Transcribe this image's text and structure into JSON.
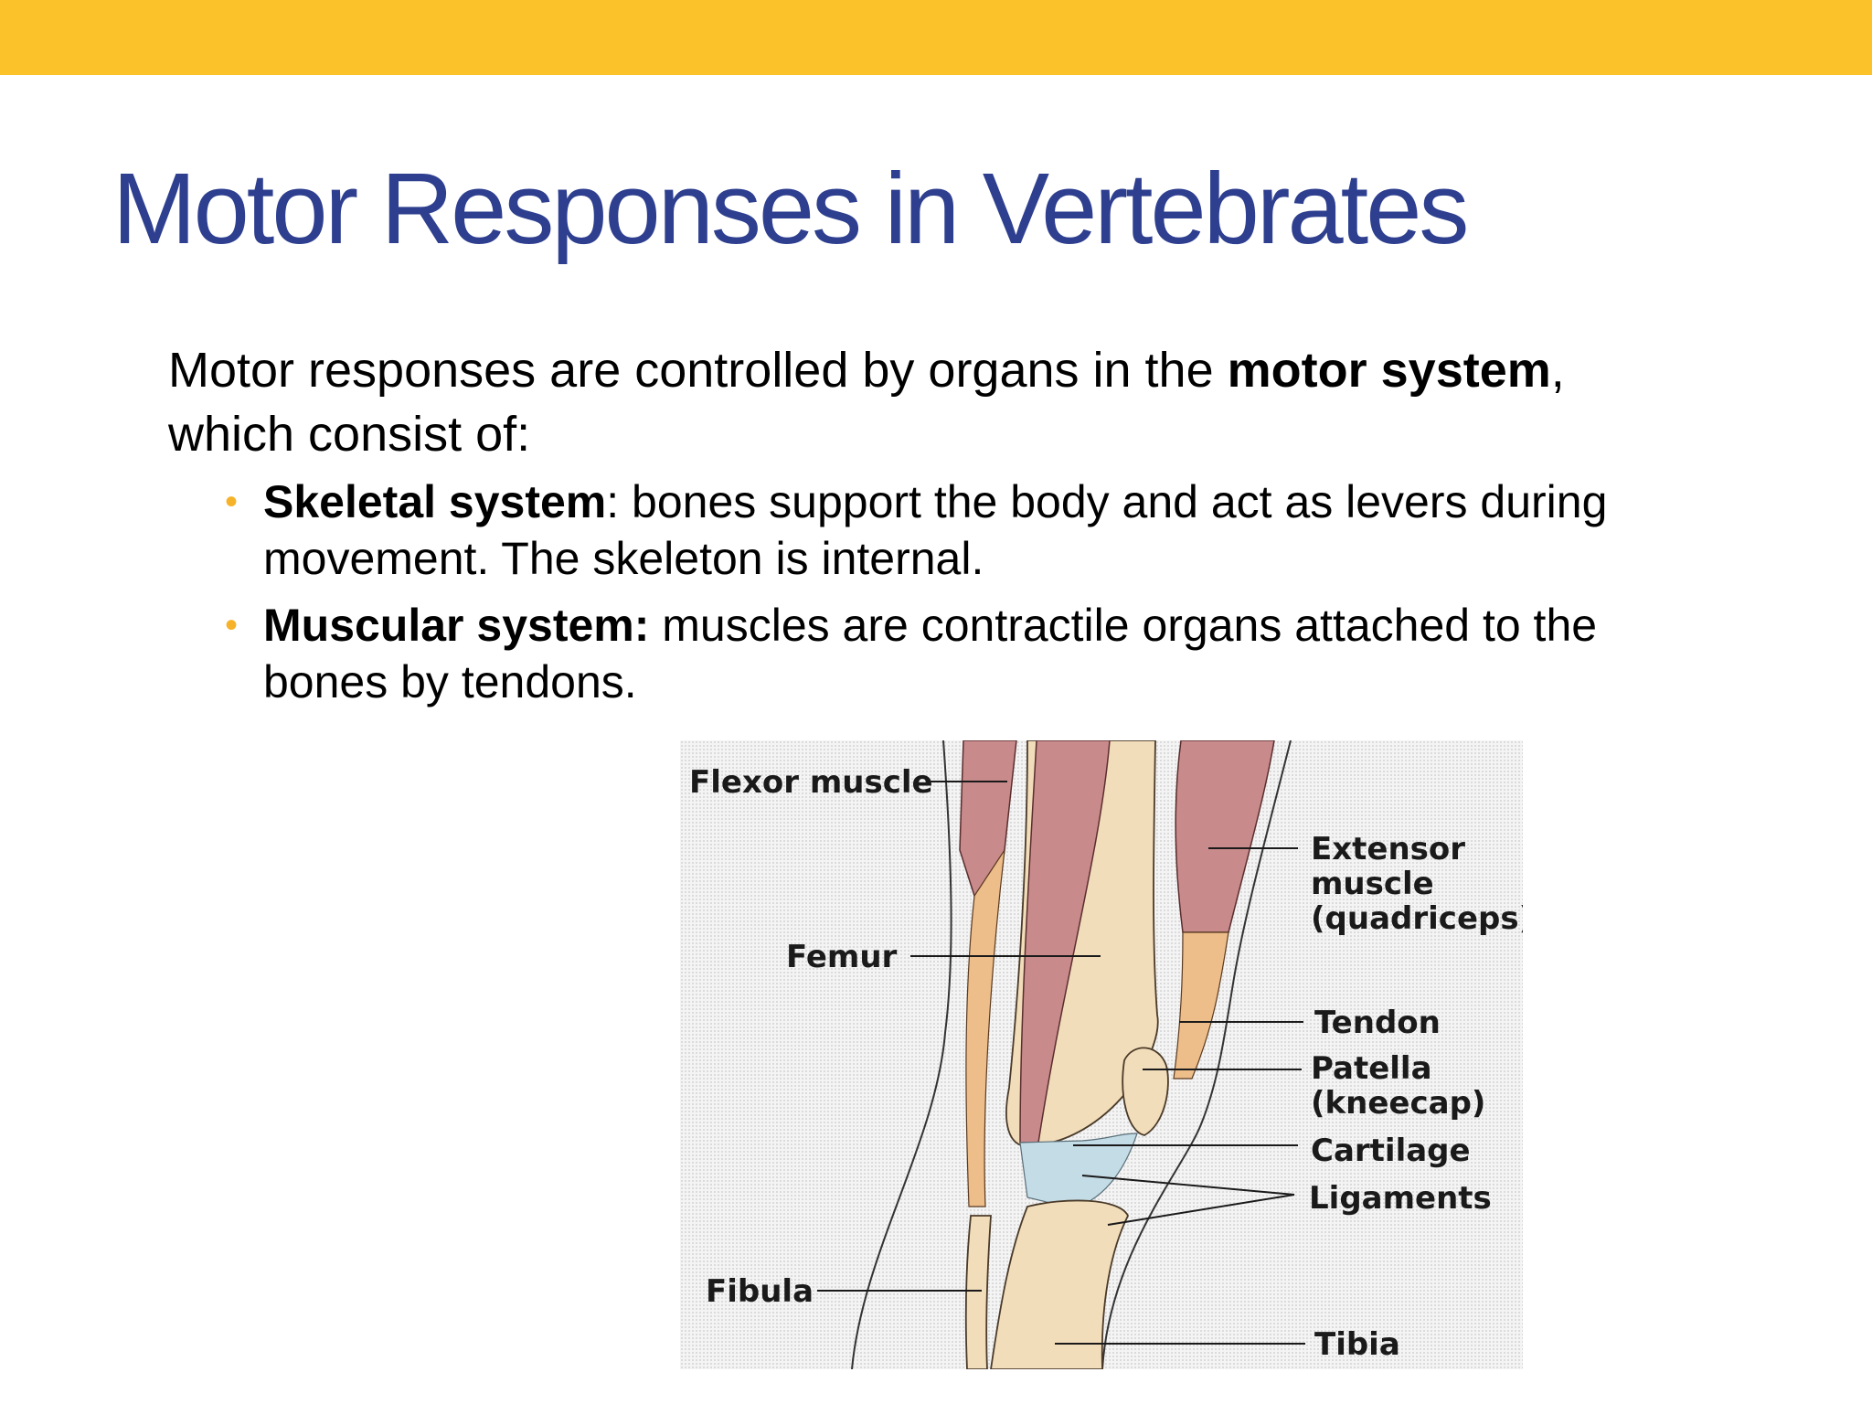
{
  "slide": {
    "title": "Motor Responses in Vertebrates",
    "intro": {
      "text_before": "Motor responses are controlled by organs in the ",
      "bold": "motor system",
      "text_after": ", which consist of:"
    },
    "bullets": [
      {
        "bold": "Skeletal system",
        "text": ": bones support the body and act as levers during movement. The skeleton is internal."
      },
      {
        "bold": "Muscular system:",
        "text": " muscles are contractile organs attached to the bones by tendons."
      }
    ],
    "bullet_marker": "•"
  },
  "diagram": {
    "labels": {
      "flexor": "Flexor muscle",
      "femur": "Femur",
      "fibula": "Fibula",
      "extensor_1": "Extensor",
      "extensor_2": "muscle",
      "extensor_3": "(quadriceps)",
      "tendon": "Tendon",
      "patella_1": "Patella",
      "patella_2": "(kneecap)",
      "cartilage": "Cartilage",
      "ligaments": "Ligaments",
      "tibia": "Tibia"
    }
  },
  "colors": {
    "accent_bar": "#FBC229",
    "title": "#2E3F8F",
    "bullet": "#F6B32A",
    "muscle": "#C98A8C",
    "bone": "#F2DDBB",
    "tendon": "#EDBE8A",
    "cartilage": "#C4DCE6"
  }
}
